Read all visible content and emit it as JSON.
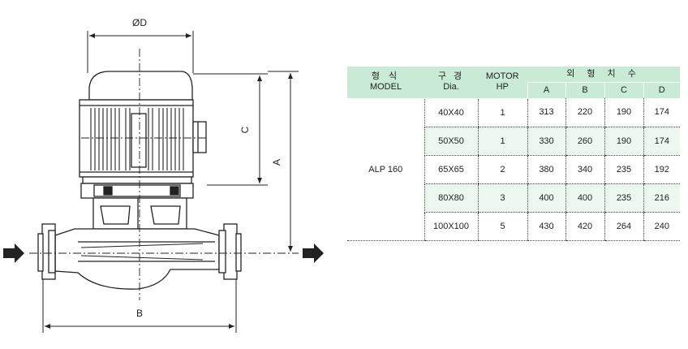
{
  "drawing": {
    "labels": {
      "diameter": "ØD",
      "height_c": "C",
      "height_a": "A",
      "length_b": "B"
    }
  },
  "table": {
    "headers": {
      "model_ko": "형  식",
      "model_en": "MODEL",
      "dia_ko": "구 경",
      "dia_en": "Dia.",
      "motor": "MOTOR",
      "hp": "HP",
      "dims_ko": "외 형 치 수",
      "cols": [
        "A",
        "B",
        "C",
        "D"
      ]
    },
    "model": "ALP 160",
    "rows": [
      {
        "dia": "40X40",
        "hp": "1",
        "a": "313",
        "b": "220",
        "c": "190",
        "d": "174"
      },
      {
        "dia": "50X50",
        "hp": "1",
        "a": "330",
        "b": "260",
        "c": "190",
        "d": "174"
      },
      {
        "dia": "65X65",
        "hp": "2",
        "a": "380",
        "b": "340",
        "c": "235",
        "d": "192"
      },
      {
        "dia": "80X80",
        "hp": "3",
        "a": "400",
        "b": "400",
        "c": "235",
        "d": "216"
      },
      {
        "dia": "100X100",
        "hp": "5",
        "a": "430",
        "b": "420",
        "c": "264",
        "d": "240"
      }
    ]
  },
  "colors": {
    "header_bg": "#c9ebd5",
    "alt_row_bg": "#ecf8ef"
  }
}
